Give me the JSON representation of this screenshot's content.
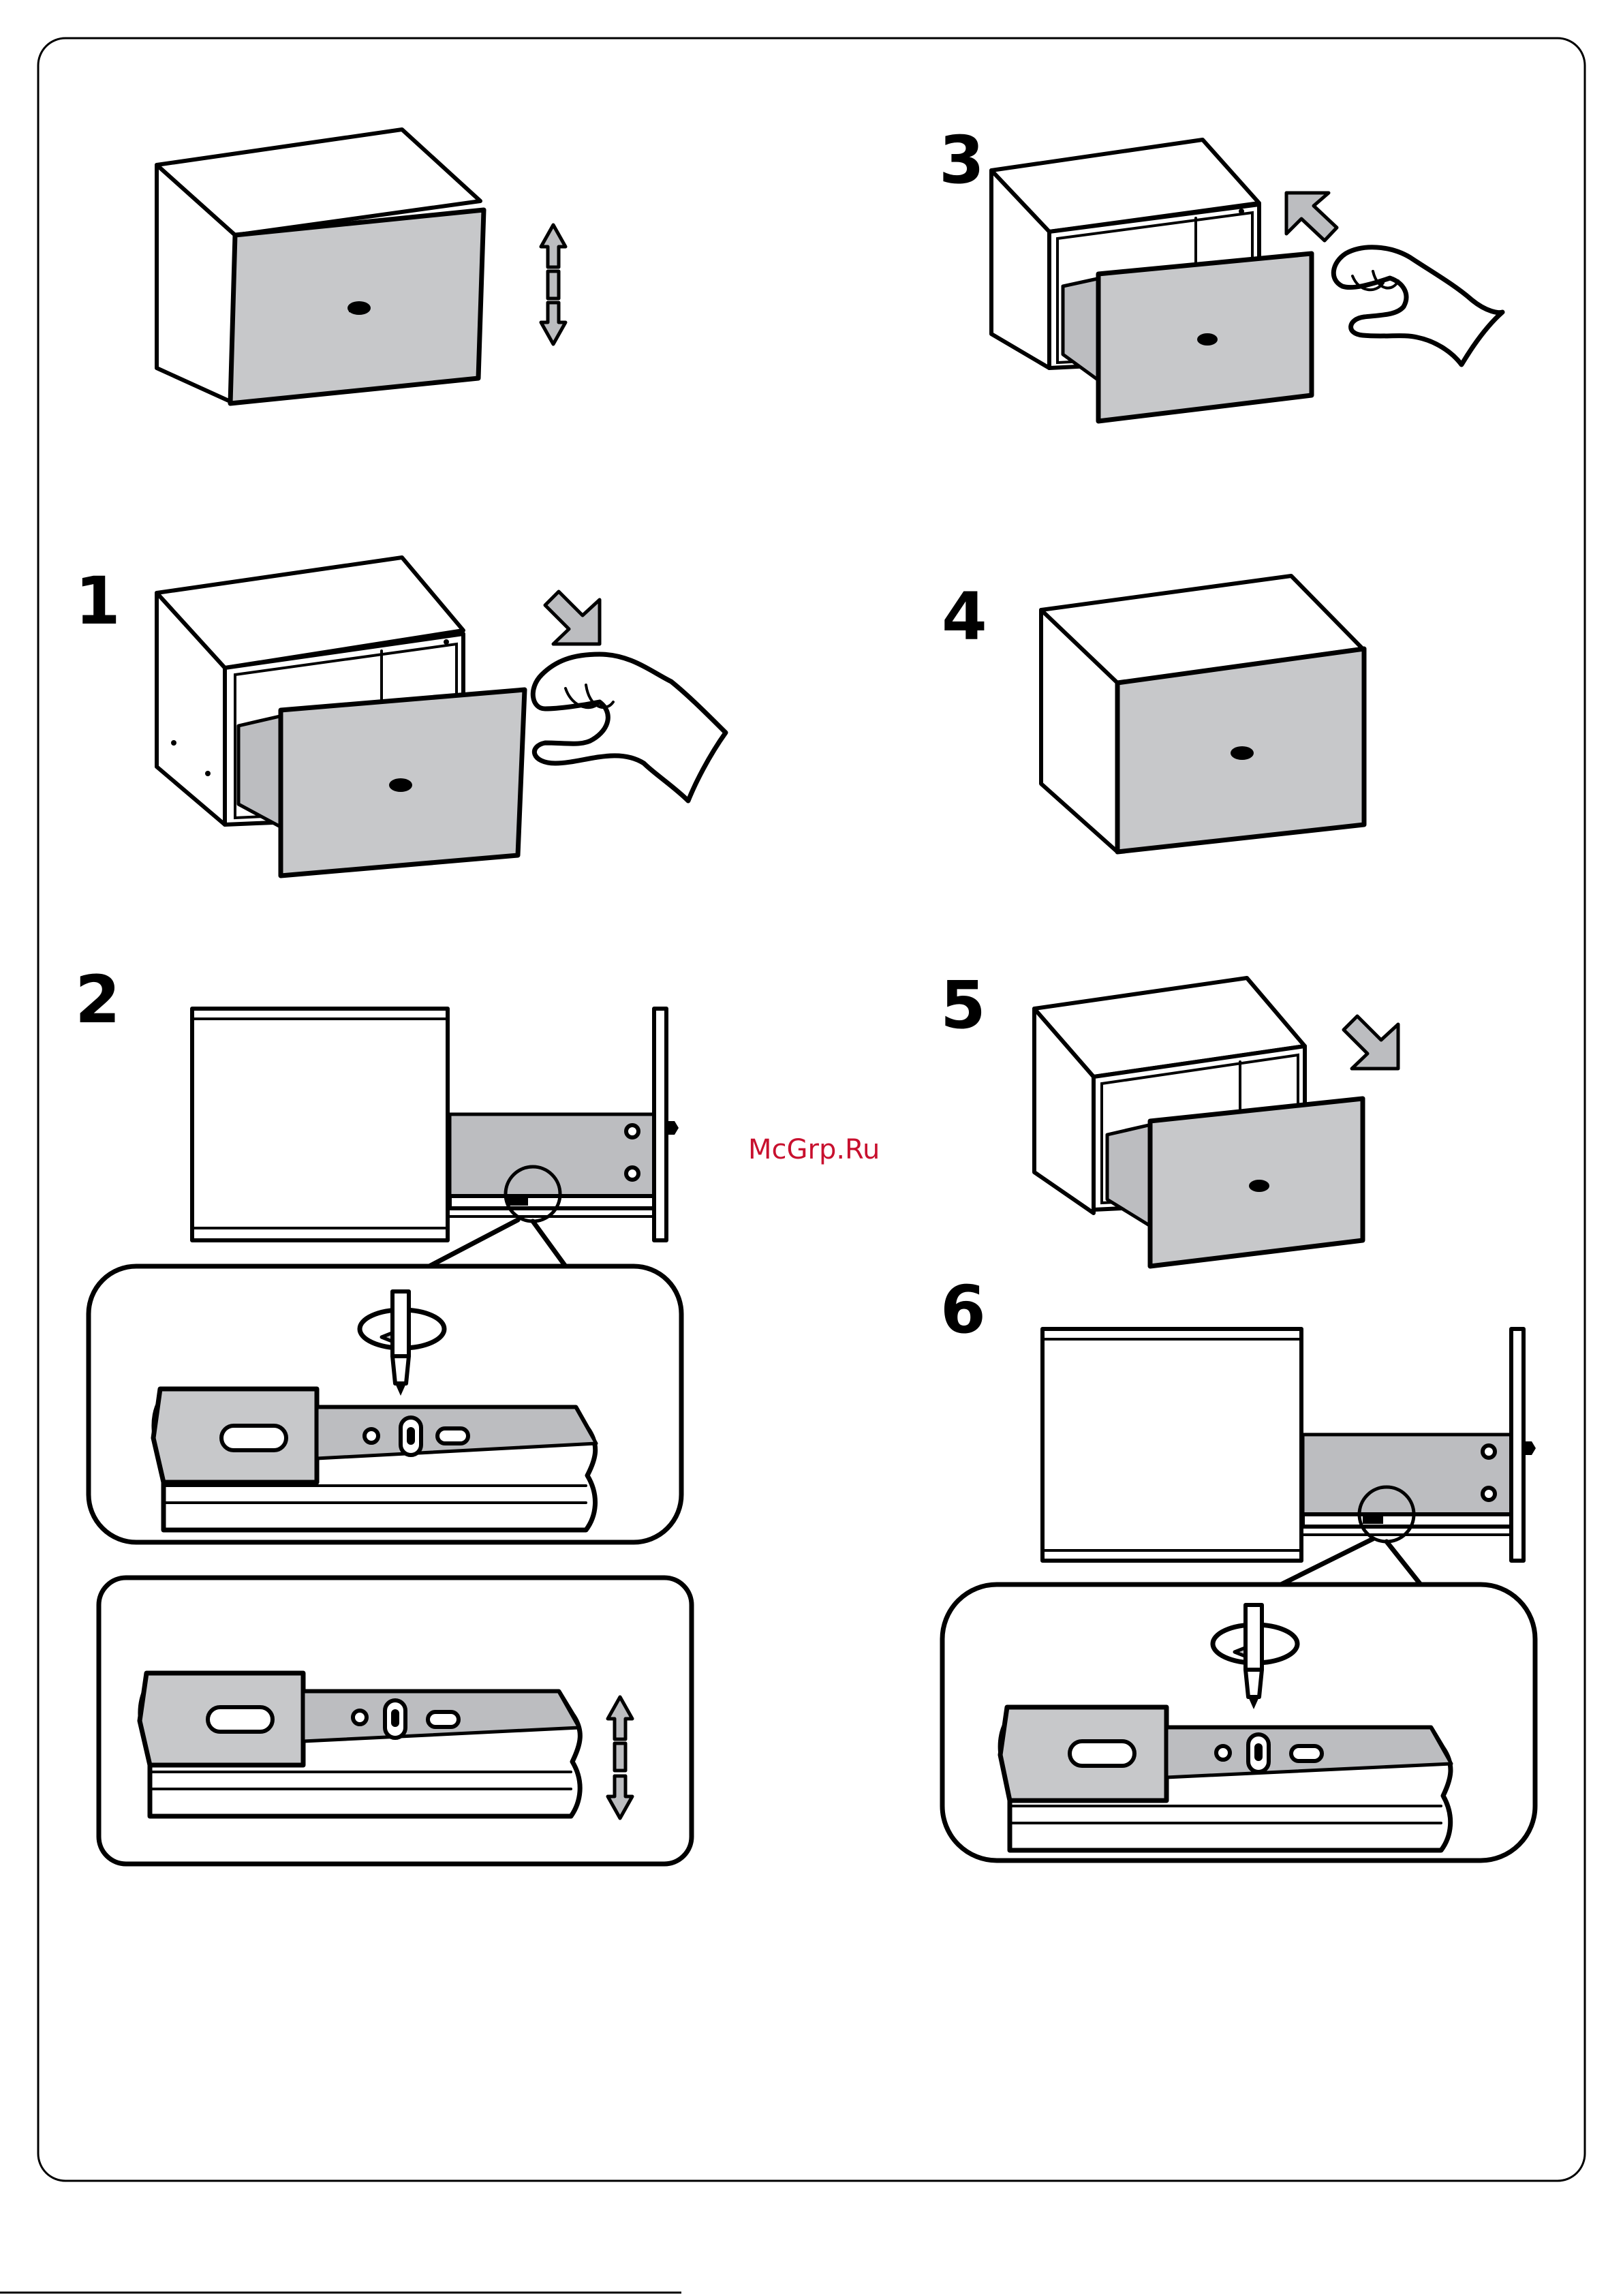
{
  "steps": [
    {
      "id": "step-1",
      "number": "1"
    },
    {
      "id": "step-2",
      "number": "2"
    },
    {
      "id": "step-3",
      "number": "3"
    },
    {
      "id": "step-4",
      "number": "4"
    },
    {
      "id": "step-5",
      "number": "5"
    },
    {
      "id": "step-6",
      "number": "6"
    }
  ],
  "watermark": "McGrp.Ru",
  "colors": {
    "panel_gray": "#c7c8ca",
    "line": "#000000",
    "watermark": "#c8102e"
  },
  "icons": [
    "up-down-arrow-icon",
    "push-arrow-icon",
    "pull-arrow-icon",
    "hand-icon",
    "screwdriver-icon",
    "rotate-icon"
  ]
}
